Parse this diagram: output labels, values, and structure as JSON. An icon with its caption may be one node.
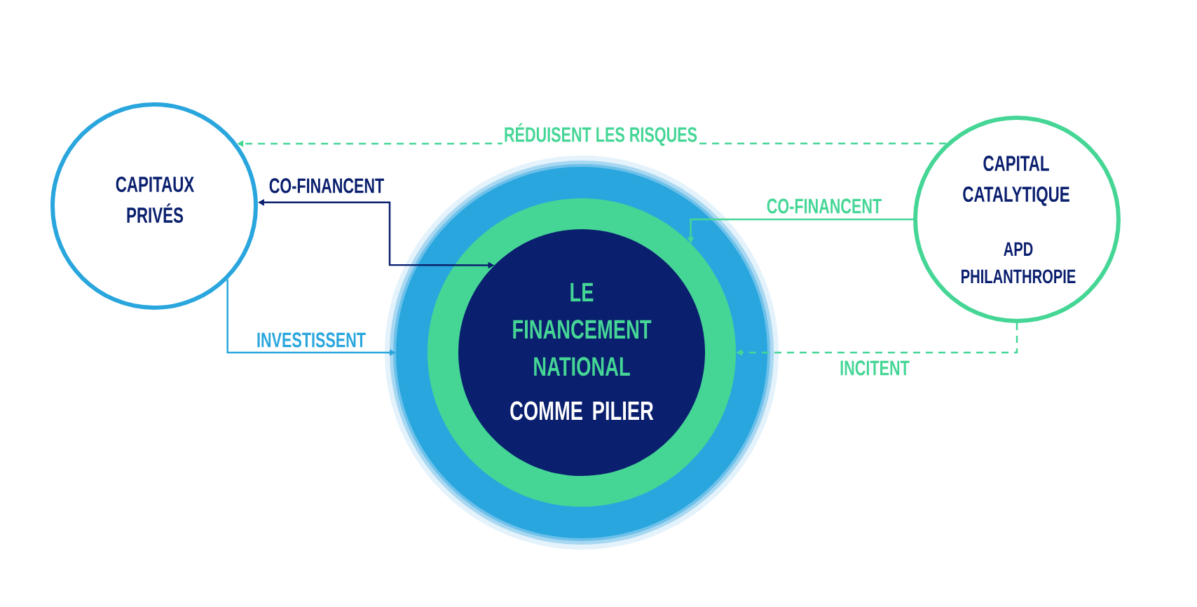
{
  "diagram": {
    "nodes": [
      {
        "text": [
          "CAPITAUX PRIVÉS"
        ]
      },
      {
        "text": [],
        "shape": "circle"
      },
      {
        "text": [],
        "shape": "circle",
        "in": 1
      },
      {
        "text": [
          "LE FINANCEMENT NATIONAL",
          "COMME PILIER"
        ],
        "in": 2
      },
      {
        "text": [
          "CAPITAL CATALYTIQUE",
          "APD PHILANTHROPIE"
        ]
      }
    ],
    "edges": [
      {
        "from": 4,
        "to": 0,
        "arrow": "to",
        "label": "RÉDUISENT LES RISQUES",
        "style": "dashed"
      },
      {
        "from": 0,
        "to": 3,
        "arrow": "both",
        "label": "CO-FINANCENT",
        "color": "#0a1f6e"
      },
      {
        "from": 0,
        "to": 1,
        "arrow": "to",
        "label": "INVESTISSENT",
        "color": "#29a6dd"
      },
      {
        "from": 4,
        "to": 2,
        "arrow": "to",
        "label": "CO-FINANCENT"
      },
      {
        "from": 4,
        "to": 2,
        "arrow": "to",
        "label": "INCITENT",
        "style": "dashed"
      }
    ]
  }
}
